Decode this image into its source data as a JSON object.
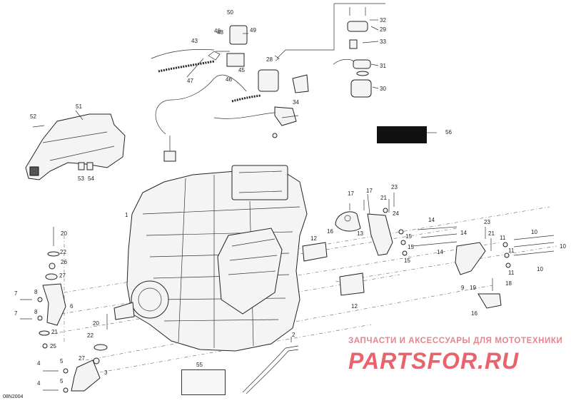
{
  "diagram": {
    "reference_code": "08N2004",
    "watermark_text": "ЗАПЧАСТИ И АКСЕССУАРЫ ДЛЯ МОТОТЕХНИКИ",
    "watermark_logo": "PARTSFOR.RU",
    "colors": {
      "line": "#333333",
      "watermark": "#e9636c",
      "part_fill": "#f4f4f4"
    },
    "callouts": [
      "1",
      "2",
      "3",
      "4",
      "5",
      "6",
      "7",
      "8",
      "9",
      "10",
      "11",
      "12",
      "13",
      "14",
      "15",
      "16",
      "17",
      "18",
      "19",
      "20",
      "21",
      "22",
      "23",
      "24",
      "25",
      "26",
      "27",
      "28",
      "29",
      "30",
      "31",
      "32",
      "33",
      "34",
      "40",
      "43",
      "45",
      "46",
      "47",
      "48",
      "49",
      "50",
      "51",
      "52",
      "53",
      "54",
      "55",
      "56"
    ]
  }
}
